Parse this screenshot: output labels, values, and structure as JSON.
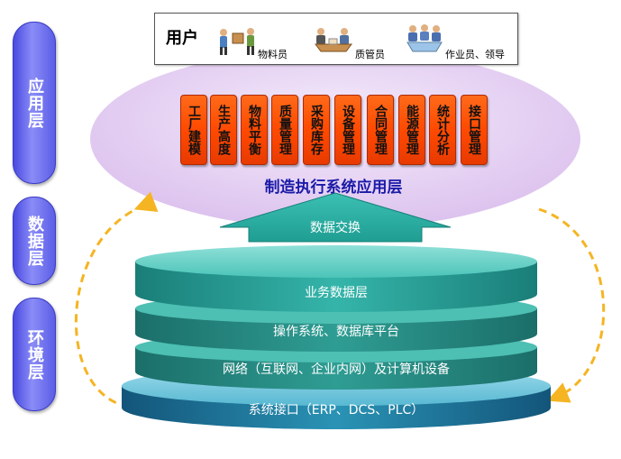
{
  "layers": [
    {
      "id": "app",
      "label": "应用层"
    },
    {
      "id": "data",
      "label": "数据层"
    },
    {
      "id": "env",
      "label": "环境层"
    }
  ],
  "users": {
    "title": "用户",
    "roles": [
      {
        "label": "物料员",
        "icon": "material-clerk-icon"
      },
      {
        "label": "质管员",
        "icon": "quality-inspector-icon"
      },
      {
        "label": "作业员、领导",
        "icon": "workers-meeting-icon"
      }
    ]
  },
  "modules": [
    {
      "label": "工厂建模"
    },
    {
      "label": "生产高度"
    },
    {
      "label": "物料平衡"
    },
    {
      "label": "质量管理"
    },
    {
      "label": "采购库存"
    },
    {
      "label": "设备管理"
    },
    {
      "label": "合同管理"
    },
    {
      "label": "能源管理"
    },
    {
      "label": "统计分析"
    },
    {
      "label": "接口管理"
    }
  ],
  "app_layer_label": "制造执行系统应用层",
  "exchange_label": "数据交换",
  "tiers": [
    {
      "label": "业务数据层"
    },
    {
      "label": "操作系统、数据库平台"
    },
    {
      "label": "网络（互联网、企业内网）及计算机设备"
    },
    {
      "label": "系统接口（ERP、DCS、PLC）"
    }
  ],
  "colors": {
    "pill": "#6a6cf0",
    "module": "#ff5a0a",
    "ellipse": "#e6d0f3",
    "teal": "#2aa8a0",
    "base": "#1d7ea0",
    "arrow": "#f5b422",
    "title": "#1a1aa8"
  }
}
